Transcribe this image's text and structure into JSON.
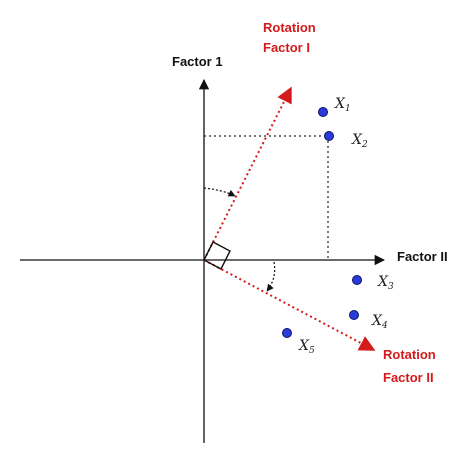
{
  "axes": {
    "factor1_label": "Factor 1",
    "factor2_label": "Factor II"
  },
  "rotation": {
    "factor1": {
      "line1": "Rotation",
      "line2": "Factor I"
    },
    "factor2": {
      "line1": "Rotation",
      "line2": "Factor II"
    }
  },
  "points": [
    {
      "name": "X",
      "sub": "1"
    },
    {
      "name": "X",
      "sub": "2"
    },
    {
      "name": "X",
      "sub": "3"
    },
    {
      "name": "X",
      "sub": "4"
    },
    {
      "name": "X",
      "sub": "5"
    }
  ],
  "colors": {
    "axis": "#111111",
    "rotation_line": "#d41a1a",
    "rotation_label": "#d41a1a",
    "point_fill": "#2b3bd6",
    "point_stroke": "#0c1270",
    "guide": "#222222"
  }
}
